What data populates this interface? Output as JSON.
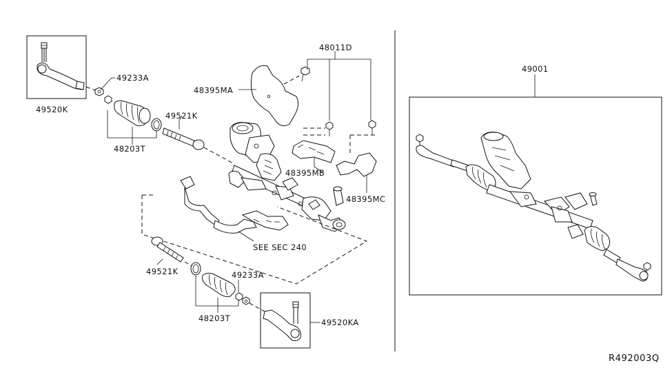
{
  "labels": {
    "p49520K": "49520K",
    "p49233A_top": "49233A",
    "p48203T_top": "48203T",
    "p49521K_top": "49521K",
    "p48011D": "48011D",
    "p48395MA": "48395MA",
    "p48395MB": "48395MB",
    "p48395MC": "48395MC",
    "see_sec": "SEE SEC 240",
    "p49521K_bot": "49521K",
    "p49233A_bot": "49233A",
    "p48203T_bot": "48203T",
    "p49520KA": "49520KA",
    "p49001": "49001"
  },
  "reference_code": "R492003Q"
}
